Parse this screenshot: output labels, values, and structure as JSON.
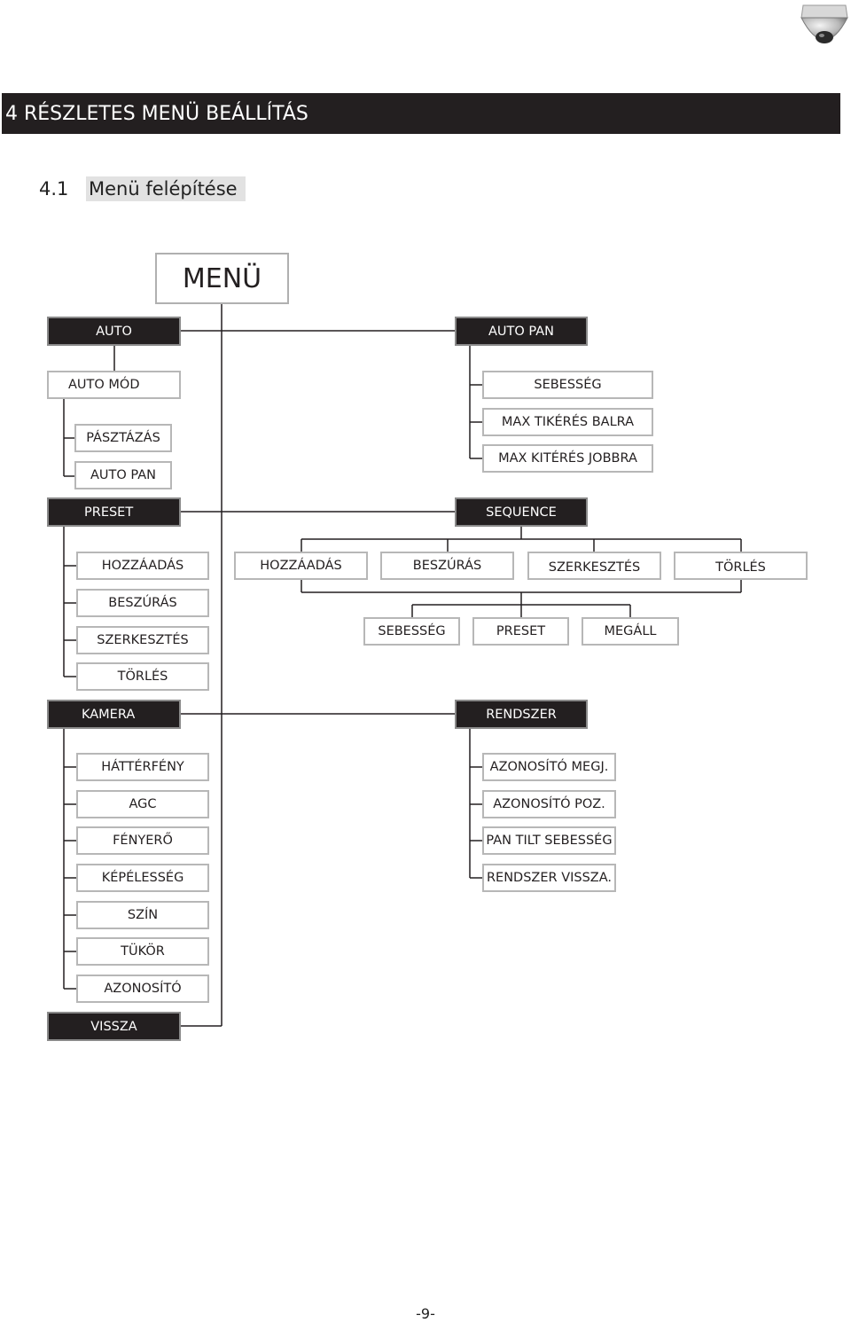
{
  "header": {
    "title": "4 RÉSZLETES MENÜ BEÁLLÍTÁS"
  },
  "section": {
    "number": "4.1",
    "title": "Menü felépítése"
  },
  "page_number": "-9-",
  "colors": {
    "dark_fill": "#231f20",
    "light_border": "#b7b7b7",
    "line": "#231f20",
    "section_highlight": "#e2e2e2"
  },
  "diagram": {
    "root": "MENÜ",
    "auto": {
      "label": "AUTO",
      "auto_mod": "AUTO MÓD",
      "children": [
        "PÁSZTÁZÁS",
        "AUTO PAN"
      ]
    },
    "auto_pan": {
      "label": "AUTO PAN",
      "children": [
        "SEBESSÉG",
        "MAX TIKÉRÉS BALRA",
        "MAX KITÉRÉS JOBBRA"
      ]
    },
    "preset": {
      "label": "PRESET",
      "children": [
        "HOZZÁADÁS",
        "BESZÚRÁS",
        "SZERKESZTÉS",
        "TÖRLÉS"
      ]
    },
    "sequence": {
      "label": "SEQUENCE",
      "children": [
        "HOZZÁADÁS",
        "BESZÚRÁS",
        "SZERKESZTÉS",
        "TÖRLÉS"
      ],
      "sub_children": [
        "SEBESSÉG",
        "PRESET",
        "MEGÁLL"
      ]
    },
    "kamera": {
      "label": "KAMERA",
      "children": [
        "HÁTTÉRFÉNY",
        "AGC",
        "FÉNYERŐ",
        "KÉPÉLESSÉG",
        "SZÍN",
        "TÜKÖR",
        "AZONOSÍTÓ"
      ]
    },
    "rendszer": {
      "label": "RENDSZER",
      "children": [
        "AZONOSÍTÓ MEGJ.",
        "AZONOSÍTÓ POZ.",
        "PAN TILT SEBESSÉG",
        "RENDSZER VISSZA."
      ]
    },
    "vissza": "VISSZA"
  }
}
